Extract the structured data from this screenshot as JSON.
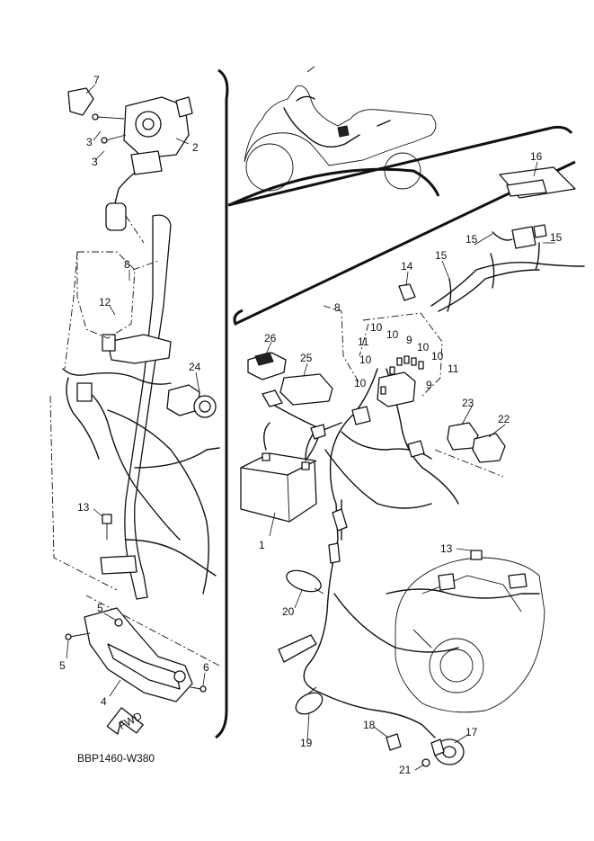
{
  "diagram": {
    "drawing_code": "BBP1460-W380",
    "fwd_label": "FWD",
    "callouts": {
      "c7": "7",
      "c3a": "3",
      "c3b": "3",
      "c2": "2",
      "c8a": "8",
      "c12": "12",
      "c24": "24",
      "c13a": "13",
      "c5a": "5",
      "c5b": "5",
      "c6": "6",
      "c4": "4",
      "c16": "16",
      "c15a": "15",
      "c15b": "15",
      "c15c": "15",
      "c14": "14",
      "c8b": "8",
      "c26": "26",
      "c25": "25",
      "c10a": "10",
      "c10b": "10",
      "c9a": "9",
      "c10c": "10",
      "c11a": "11",
      "c10d": "10",
      "c10e": "10",
      "c11b": "11",
      "c9b": "9",
      "c10f": "10",
      "c23": "23",
      "c22": "22",
      "c1": "1",
      "c13b": "13",
      "c20": "20",
      "c19": "19",
      "c18": "18",
      "c17": "17",
      "c21": "21"
    }
  }
}
